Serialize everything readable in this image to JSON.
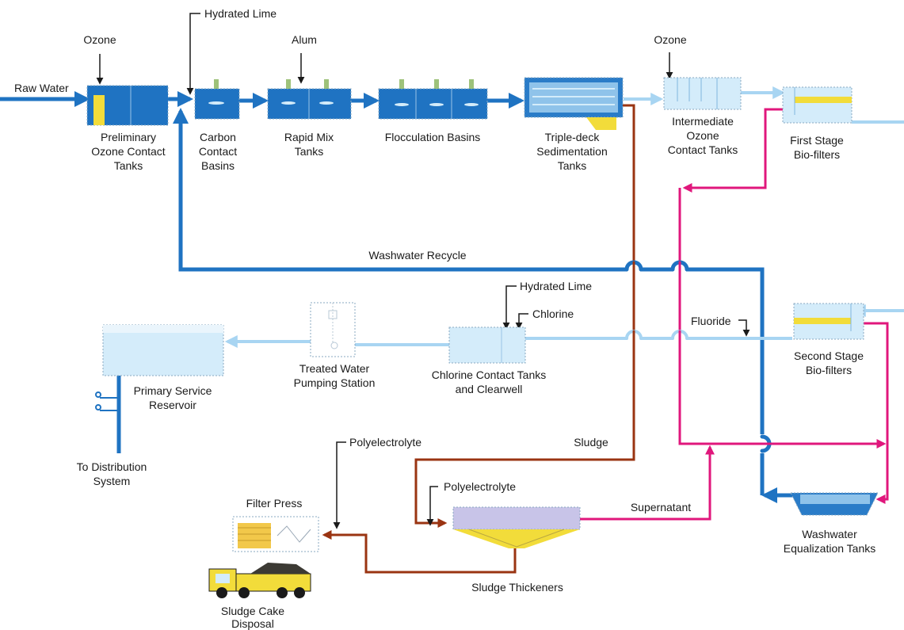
{
  "colors": {
    "main_flow": "#1f73c2",
    "light_flow": "#a8d5f2",
    "recycle": "#e0177c",
    "sludge": "#9a3412",
    "arrow_black": "#1a1a1a",
    "tank_dark": "#1f73c2",
    "tank_light": "#d4ecfa",
    "sludge_yellow": "#f2dc3a"
  },
  "labels": {
    "raw_water": "Raw Water",
    "ozone_1": "Ozone",
    "hydrated_lime_1": "Hydrated Lime",
    "alum": "Alum",
    "ozone_2": "Ozone",
    "prelim_ozone": [
      "Preliminary",
      "Ozone Contact",
      "Tanks"
    ],
    "carbon_contact": [
      "Carbon",
      "Contact",
      "Basins"
    ],
    "rapid_mix": [
      "Rapid Mix",
      "Tanks"
    ],
    "flocculation": [
      "Flocculation Basins"
    ],
    "sedimentation": [
      "Triple-deck",
      "Sedimentation",
      "Tanks"
    ],
    "intermediate_ozone": [
      "Intermediate",
      "Ozone",
      "Contact Tanks"
    ],
    "first_stage": [
      "First Stage",
      "Bio-filters"
    ],
    "washwater_recycle": "Washwater Recycle",
    "hydrated_lime_2": "Hydrated Lime",
    "chlorine": "Chlorine",
    "fluoride": "Fluoride",
    "primary_reservoir": [
      "Primary Service",
      "Reservoir"
    ],
    "pumping_station": [
      "Treated Water",
      "Pumping Station"
    ],
    "chlorine_contact": [
      "Chlorine Contact Tanks",
      "and Clearwell"
    ],
    "second_stage": [
      "Second Stage",
      "Bio-filters"
    ],
    "distribution": [
      "To Distribution",
      "System"
    ],
    "polyelectrolyte_1": "Polyelectrolyte",
    "sludge": "Sludge",
    "polyelectrolyte_2": "Polyelectrolyte",
    "filter_press": "Filter Press",
    "supernatant": "Supernatant",
    "washwater_eq": [
      "Washwater",
      "Equalization Tanks"
    ],
    "sludge_thickeners": "Sludge Thickeners",
    "sludge_cake": [
      "Sludge Cake",
      "Disposal"
    ]
  }
}
